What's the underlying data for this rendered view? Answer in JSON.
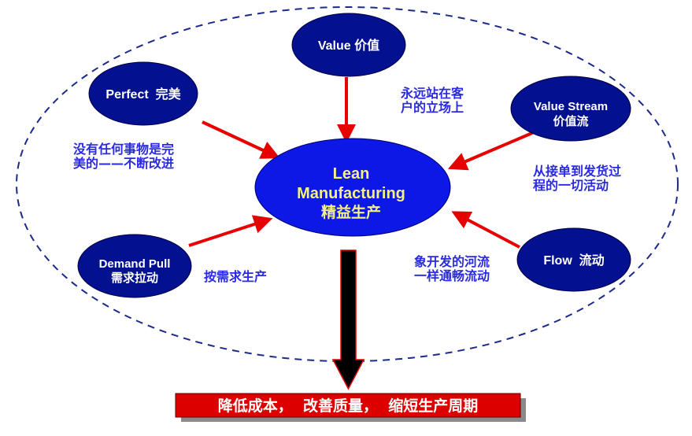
{
  "colors": {
    "node_fill": "#03108f",
    "center_fill": "#0b18e6",
    "center_text": "#f5f08a",
    "note_text": "#2a2ae0",
    "arrow": "#e60000",
    "dashed_border": "#1c2a8a",
    "result_bg": "#dd0000"
  },
  "center": {
    "line1": "Lean",
    "line2": "Manufacturing",
    "line3": "精益生产"
  },
  "nodes": {
    "value": {
      "label": "Value 价值"
    },
    "perfect": {
      "label": "Perfect  完美"
    },
    "value_stream": {
      "line1": "Value Stream",
      "line2": "价值流"
    },
    "demand_pull": {
      "line1": "Demand Pull",
      "line2": "需求拉动"
    },
    "flow": {
      "label": "Flow  流动"
    }
  },
  "notes": {
    "value": {
      "line1": "永远站在客",
      "line2": "户的立场上"
    },
    "perfect": {
      "line1": "没有任何事物是完",
      "line2": "美的——不断改进"
    },
    "value_stream": {
      "line1": "从接单到发货过",
      "line2": "程的一切活动"
    },
    "demand_pull": {
      "line1": "按需求生产"
    },
    "flow": {
      "line1": "象开发的河流",
      "line2": "一样通畅流动"
    }
  },
  "result": {
    "text": "降低成本，  改善质量，  缩短生产周期"
  }
}
